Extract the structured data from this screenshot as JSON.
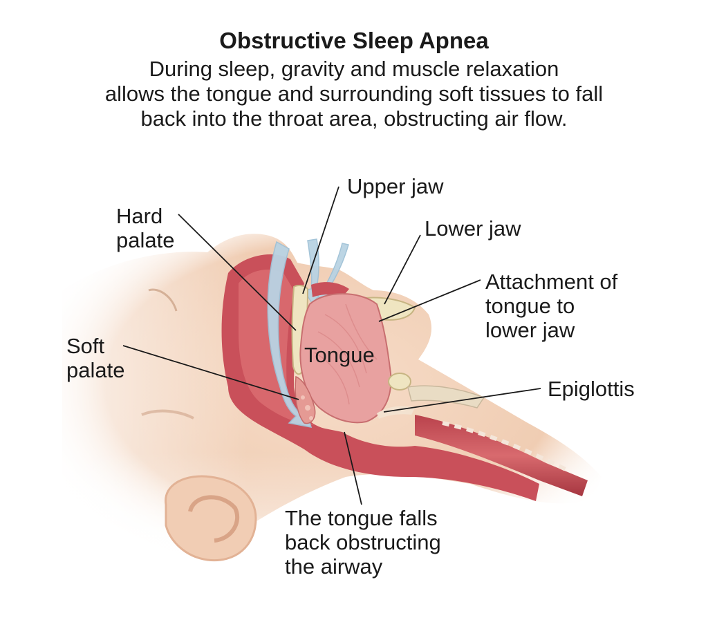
{
  "header": {
    "title": "Obstructive Sleep Apnea",
    "subtitle_lines": [
      "During sleep, gravity and muscle relaxation",
      "allows the tongue and surrounding soft tissues to fall",
      "back into the throat area, obstructing air flow."
    ]
  },
  "labels": {
    "upper_jaw": [
      "Upper jaw"
    ],
    "hard_palate": [
      "Hard",
      "palate"
    ],
    "lower_jaw": [
      "Lower jaw"
    ],
    "attachment": [
      "Attachment of",
      "tongue to",
      "lower jaw"
    ],
    "soft_palate": [
      "Soft",
      "palate"
    ],
    "tongue": [
      "Tongue"
    ],
    "epiglottis": [
      "Epiglottis"
    ],
    "tongue_falls": [
      "The tongue falls",
      "back obstructing",
      "the airway"
    ]
  },
  "colors": {
    "skin": "#f3d4bd",
    "skin_shadow": "#e6b79a",
    "tissue": "#c9505a",
    "tongue": "#e8a1a0",
    "bone": "#efe5c1",
    "airflow": "#b9d3e3",
    "leader": "#1a1a1a"
  }
}
